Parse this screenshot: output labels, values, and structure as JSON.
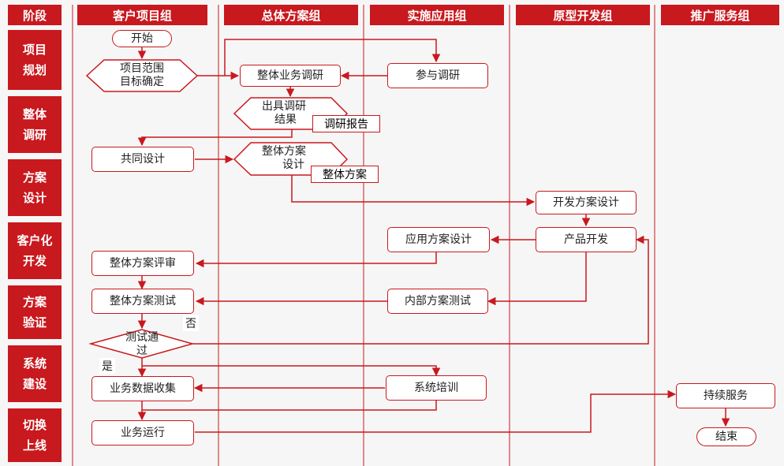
{
  "colors": {
    "accent": "#c8191e",
    "node_border": "#c8191e",
    "background": "#f6f6f6"
  },
  "headers": [
    "阶段",
    "客户项目组",
    "总体方案组",
    "实施应用组",
    "原型开发组",
    "推广服务组"
  ],
  "phases": [
    {
      "line1": "项目",
      "line2": "规划"
    },
    {
      "line1": "整体",
      "line2": "调研"
    },
    {
      "line1": "方案",
      "line2": "设计"
    },
    {
      "line1": "客户化",
      "line2": "开发"
    },
    {
      "line1": "方案",
      "line2": "验证"
    },
    {
      "line1": "系统",
      "line2": "建设"
    },
    {
      "line1": "切换",
      "line2": "上线"
    }
  ],
  "nodes": {
    "start": "开始",
    "scope_line1": "项目范围",
    "scope_line2": "目标确定",
    "overall_research": "整体业务调研",
    "participate_research": "参与调研",
    "research_result_line1": "出具调研",
    "research_result_line2": "结果",
    "research_report": "调研报告",
    "joint_design": "共同设计",
    "plan_design_line1": "整体方案",
    "plan_design_line2": "设计",
    "overall_plan": "整体方案",
    "dev_plan_design": "开发方案设计",
    "app_plan_design": "应用方案设计",
    "product_dev": "产品开发",
    "plan_review": "整体方案评审",
    "plan_test": "整体方案测试",
    "internal_test": "内部方案测试",
    "test_pass_line1": "测试通",
    "test_pass_line2": "过",
    "no": "否",
    "yes": "是",
    "data_collect": "业务数据收集",
    "system_training": "系统培训",
    "continuous_service": "持续服务",
    "business_run": "业务运行",
    "end": "结束"
  }
}
